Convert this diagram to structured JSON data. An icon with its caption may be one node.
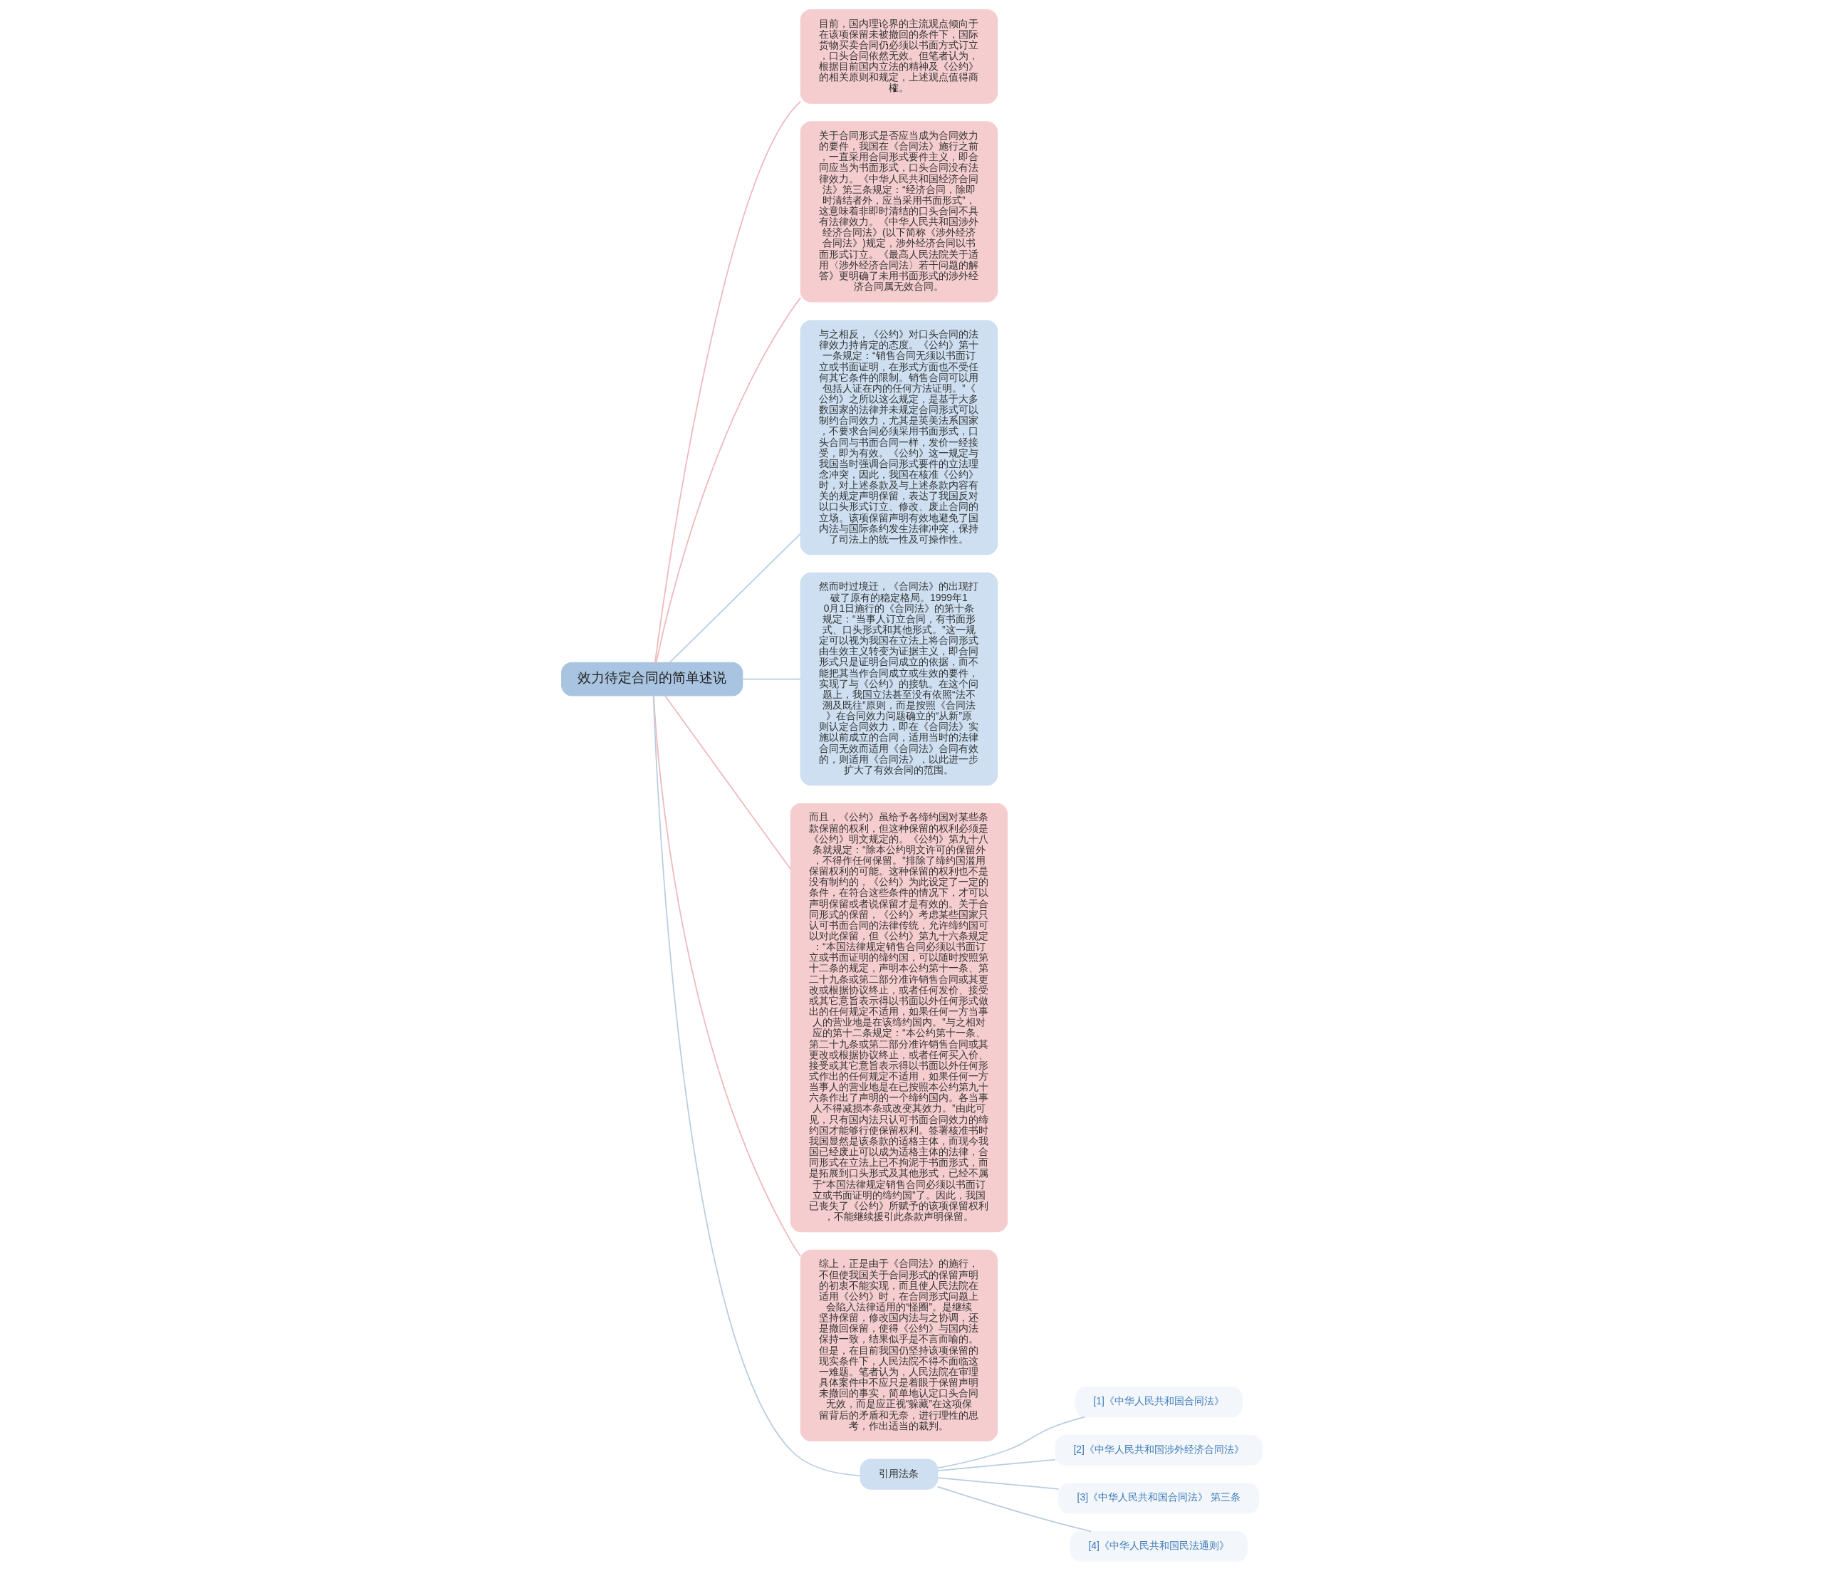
{
  "diagram": {
    "nodes": [
      {
        "text": [
          "效力待定合同的简单述说"
        ]
      },
      {
        "text": [
          "目前，国内理论界的主流观点倾向于在该项保留未被撤回的条件下，国际货物买卖合同仍必须以书面方式订立，口头合同依然无效。但笔者认为，根据目前国内立法的精神及《公约》的相关原则和规定，上述观点值得商榷。"
        ]
      },
      {
        "text": [
          "关于合同形式是否应当成为合同效力的要件，我国在《合同法》施行之前，一直采用合同形式要件主义，即合同应当为书面形式，口头合同没有法律效力。《中华人民共和国经济合同法》第三条规定：“经济合同，除即时清结者外，应当采用书面形式”，这意味着非即时清结的口头合同不具有法律效力。《中华人民共和国涉外经济合同法》(以下简称《涉外经济合同法》)规定，涉外经济合同以书面形式订立。《最高人民法院关于适用〈涉外经济合同法〉若干问题的解答》更明确了未用书面形式的涉外经济合同属无效合同。"
        ]
      },
      {
        "text": [
          "与之相反，《公约》对口头合同的法律效力持肯定的态度。《公约》第十一条规定：“销售合同无须以书面订立或书面证明，在形式方面也不受任何其它条件的限制。销售合同可以用包括人证在内的任何方法证明。”《公约》之所以这么规定，是基于大多数国家的法律并未规定合同形式可以制约合同效力，尤其是英美法系国家，不要求合同必须采用书面形式，口头合同与书面合同一样，发价一经接受，即为有效。《公约》这一规定与我国当时强调合同形式要件的立法理念冲突，因此，我国在核准《公约》时，对上述条款及与上述条款内容有关的规定声明保留，表达了我国反对以口头形式订立、修改、废止合同的立场。该项保留声明有效地避免了国内法与国际条约发生法律冲突，保持了司法上的统一性及可操作性。"
        ]
      },
      {
        "text": [
          "然而时过境迁，《合同法》的出现打破了原有的稳定格局。1999年10月1日施行的《合同法》的第十条规定：“当事人订立合同，有书面形式、口头形式和其他形式。”这一规定可以视为我国在立法上将合同形式由生效主义转变为证据主义，即合同形式只是证明合同成立的依据，而不能把其当作合同成立或生效的要件，实现了与《公约》的接轨。在这个问题上，我国立法甚至没有依照“法不溯及既往”原则，而是按照《合同法》在合同效力问题确立的“从新”原则认定合同效力，即在《合同法》实施以前成立的合同，适用当时的法律合同无效而适用《合同法》合同有效的，则适用《合同法》，以此进一步扩大了有效合同的范围。"
        ]
      },
      {
        "text": [
          "而且，《公约》虽给予各缔约国对某些条款保留的权利，但这种保留的权利必须是《公约》明文规定的。《公约》第九十八条就规定：“除本公约明文许可的保留外，不得作任何保留。”排除了缔约国滥用保留权利的可能。这种保留的权利也不是没有制约的，《公约》为此设定了一定的条件，在符合这些条件的情况下，才可以声明保留或者说保留才是有效的。关于合同形式的保留，《公约》考虑某些国家只认可书面合同的法律传统，允许缔约国可以对此保留，但《公约》第九十六条规定：“本国法律规定销售合同必须以书面订立或书面证明的缔约国，可以随时按照第十二条的规定，声明本公约第十一条、第二十九条或第二部分准许销售合同或其更改或根据协议终止，或者任何发价、接受或其它意旨表示得以书面以外任何形式做出的任何规定不适用，如果任何一方当事人的营业地是在该缔约国内。”与之相对应的第十二条规定：“本公约第十一条、第二十九条或第二部分准许销售合同或其更改或根据协议终止，或者任何买入价、接受或其它意旨表示得以书面以外任何形式作出的任何规定不适用，如果任何一方当事人的营业地是在已按照本公约第九十六条作出了声明的一个缔约国内。各当事人不得减损本条或改变其效力。”由此可见，只有国内法只认可书面合同效力的缔约国才能够行使保留权利。签署核准书时我国显然是该条款的适格主体，而现今我国已经废止可以成为适格主体的法律，合同形式在立法上已不拘泥于书面形式，而是拓展到口头形式及其他形式，已经不属于“本国法律规定销售合同必须以书面订立或书面证明的缔约国”了。因此，我国已丧失了《公约》所赋予的该项保留权利，不能继续援引此条款声明保留。"
        ]
      },
      {
        "text": [
          "综上，正是由于《合同法》的施行，不但使我国关于合同形式的保留声明的初衷不能实现，而且使人民法院在适用《公约》时，在合同形式问题上会陷入法律适用的“怪圈”。是继续坚持保留，修改国内法与之协调，还是撤回保留，使得《公约》与国内法保持一致，结果似乎是不言而喻的。但是，在目前我国仍坚持该项保留的现实条件下，人民法院不得不面临这一难题。笔者认为，人民法院在审理具体案件中不应只是着眼于保留声明未撤回的事实，简单地认定口头合同无效，而是应正视“躲藏”在这项保留背后的矛盾和无奈，进行理性的思考，作出适当的裁判。"
        ]
      },
      {
        "text": [
          "引用法条"
        ]
      },
      {
        "text": [
          "[1]《中华人民共和国合同法》"
        ]
      },
      {
        "text": [
          "[2]《中华人民共和国涉外经济合同法》"
        ]
      },
      {
        "text": [
          "[3]《中华人民共和国合同法》 第三条"
        ]
      },
      {
        "text": [
          "[4]《中华人民共和国民法通则》"
        ]
      }
    ],
    "edges": [
      {
        "from": 0,
        "to": 1,
        "arrow": "none",
        "color": "#f0b8bb"
      },
      {
        "from": 0,
        "to": 2,
        "arrow": "none",
        "color": "#f0b8bb"
      },
      {
        "from": 0,
        "to": 3,
        "arrow": "none"
      },
      {
        "from": 0,
        "to": 4,
        "arrow": "none"
      },
      {
        "from": 0,
        "to": 5,
        "arrow": "none",
        "color": "#f0b8bb"
      },
      {
        "from": 0,
        "to": 6,
        "arrow": "none",
        "color": "#f0b8bb"
      },
      {
        "from": 0,
        "to": 7,
        "arrow": "none"
      },
      {
        "from": 7,
        "to": 8,
        "arrow": "none"
      },
      {
        "from": 7,
        "to": 9,
        "arrow": "none"
      },
      {
        "from": 7,
        "to": 10,
        "arrow": "none"
      },
      {
        "from": 7,
        "to": 11,
        "arrow": "none"
      }
    ]
  }
}
